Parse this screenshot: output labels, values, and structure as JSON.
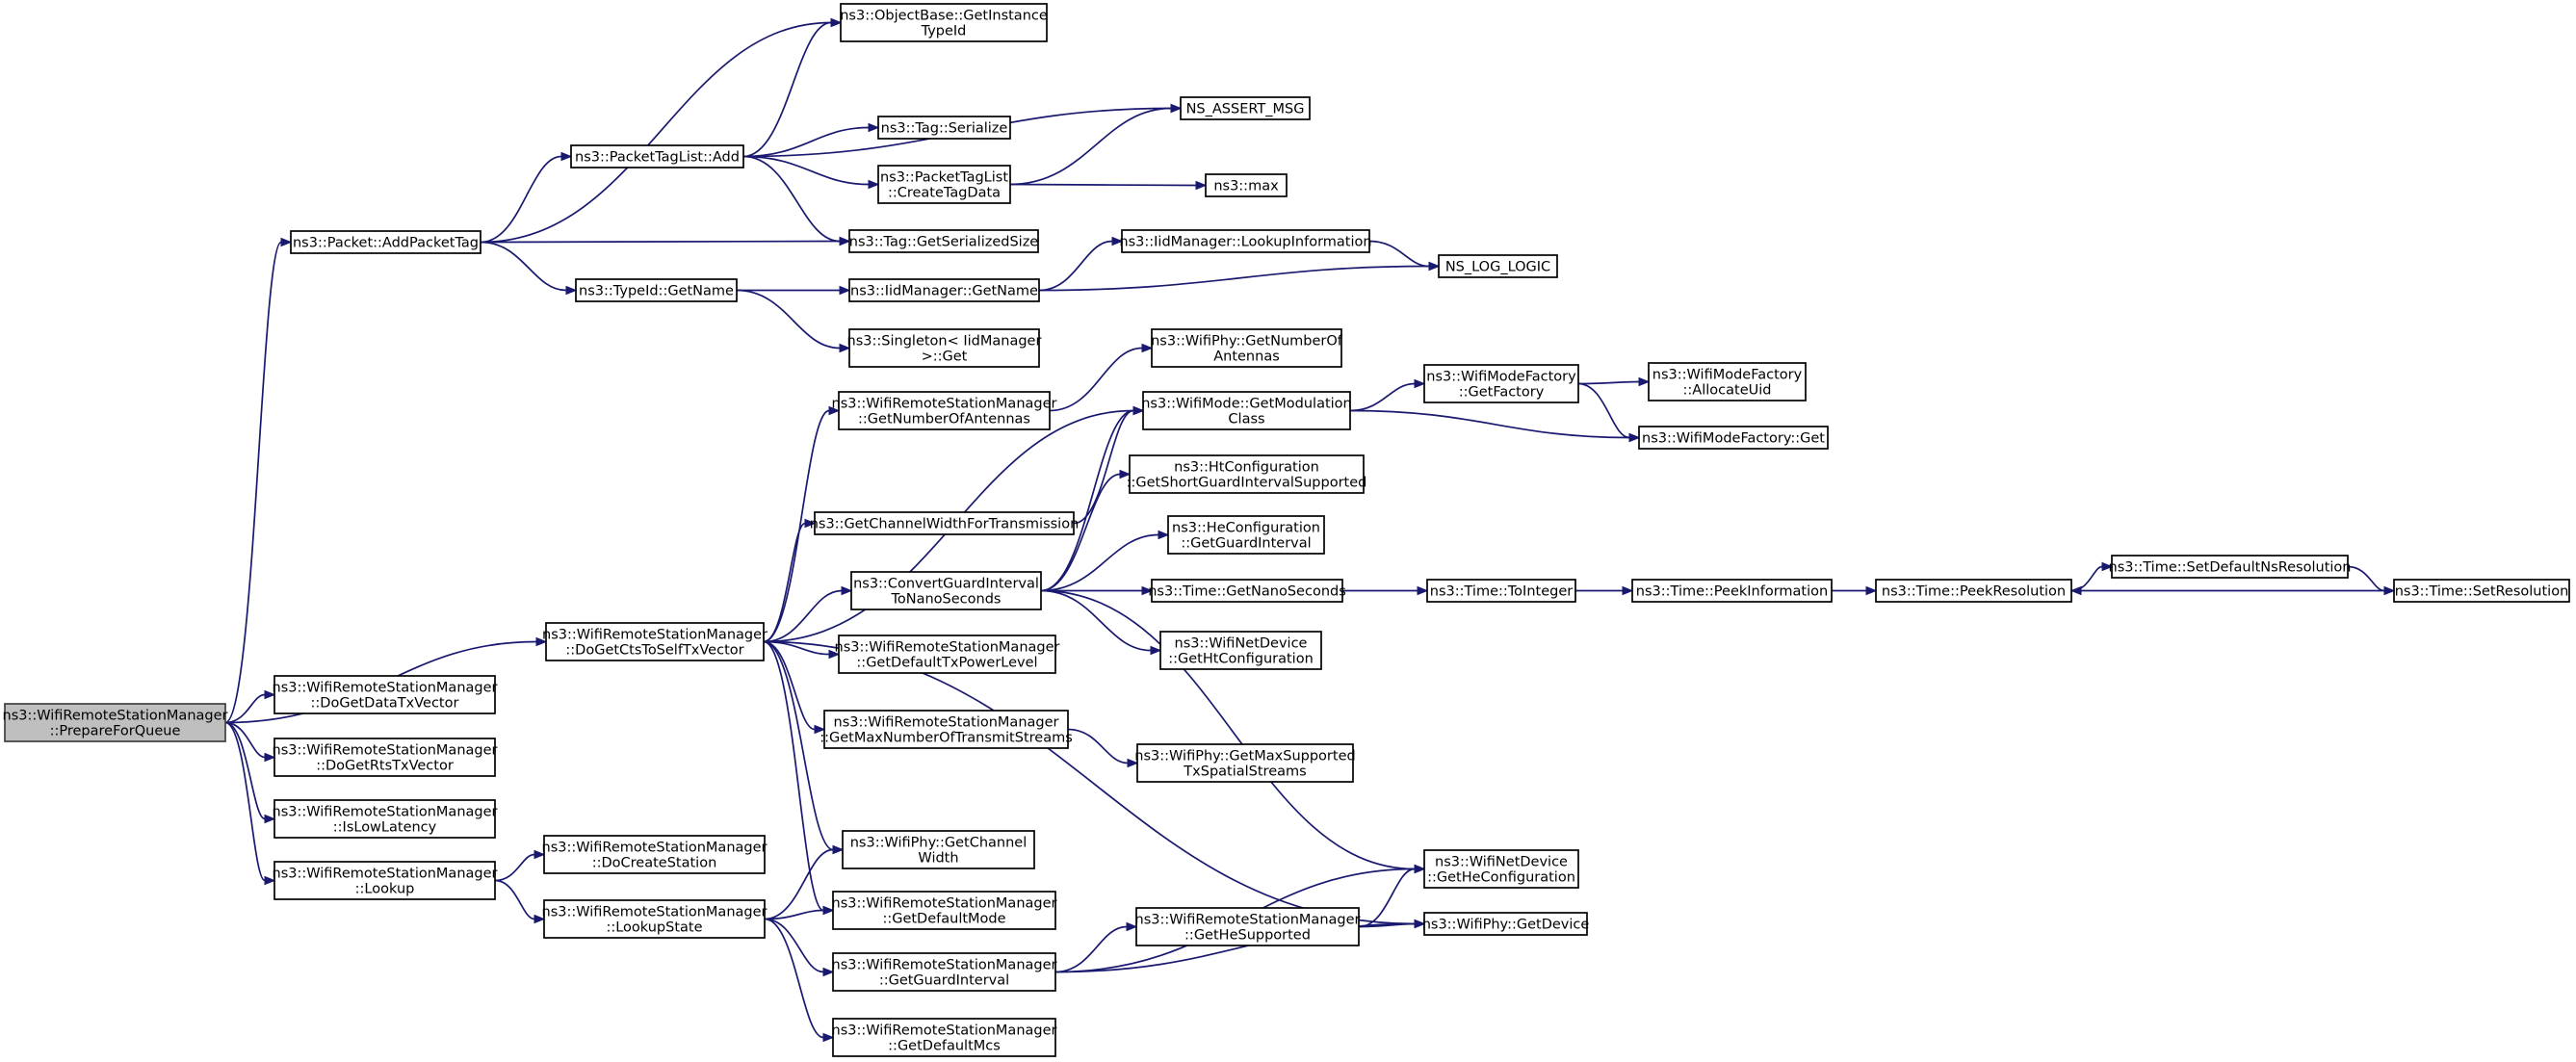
{
  "graph": {
    "nodes": [
      {
        "id": "root",
        "lines": [
          "ns3::WifiRemoteStationManager",
          "::PrepareForQueue"
        ]
      },
      {
        "id": "addPacketTag",
        "lines": [
          "ns3::Packet::AddPacketTag"
        ]
      },
      {
        "id": "getInstanceTypeId",
        "lines": [
          "ns3::ObjectBase::GetInstance",
          "TypeId"
        ]
      },
      {
        "id": "packetTagListAdd",
        "lines": [
          "ns3::PacketTagList::Add"
        ]
      },
      {
        "id": "nsAssertMsg",
        "lines": [
          "NS_ASSERT_MSG"
        ]
      },
      {
        "id": "tagSerialize",
        "lines": [
          "ns3::Tag::Serialize"
        ]
      },
      {
        "id": "createTagData",
        "lines": [
          "ns3::PacketTagList",
          "::CreateTagData"
        ]
      },
      {
        "id": "max",
        "lines": [
          "ns3::max"
        ]
      },
      {
        "id": "tagGetSerializedSize",
        "lines": [
          "ns3::Tag::GetSerializedSize"
        ]
      },
      {
        "id": "lookupInformation",
        "lines": [
          "ns3::IidManager::LookupInformation"
        ]
      },
      {
        "id": "nsLogLogic",
        "lines": [
          "NS_LOG_LOGIC"
        ]
      },
      {
        "id": "typeIdGetName",
        "lines": [
          "ns3::TypeId::GetName"
        ]
      },
      {
        "id": "iidGetName",
        "lines": [
          "ns3::IidManager::GetName"
        ]
      },
      {
        "id": "singletonGet",
        "lines": [
          "ns3::Singleton< IidManager",
          ">::Get"
        ]
      },
      {
        "id": "getNumberOfAntennasPhy",
        "lines": [
          "ns3::WifiPhy::GetNumberOf",
          "Antennas"
        ]
      },
      {
        "id": "getNumberOfAntennas",
        "lines": [
          "ns3::WifiRemoteStationManager",
          "::GetNumberOfAntennas"
        ]
      },
      {
        "id": "getModulationClass",
        "lines": [
          "ns3::WifiMode::GetModulation",
          "Class"
        ]
      },
      {
        "id": "getFactory",
        "lines": [
          "ns3::WifiModeFactory",
          "::GetFactory"
        ]
      },
      {
        "id": "allocateUid",
        "lines": [
          "ns3::WifiModeFactory",
          "::AllocateUid"
        ]
      },
      {
        "id": "wifiModeFactoryGet",
        "lines": [
          "ns3::WifiModeFactory::Get"
        ]
      },
      {
        "id": "shortGi",
        "lines": [
          "ns3::HtConfiguration",
          "::GetShortGuardIntervalSupported"
        ]
      },
      {
        "id": "channelWidthForTx",
        "lines": [
          "ns3::GetChannelWidthForTransmission"
        ]
      },
      {
        "id": "heGetGuardInterval",
        "lines": [
          "ns3::HeConfiguration",
          "::GetGuardInterval"
        ]
      },
      {
        "id": "convertGi",
        "lines": [
          "ns3::ConvertGuardInterval",
          "ToNanoSeconds"
        ]
      },
      {
        "id": "timeGetNanoSeconds",
        "lines": [
          "ns3::Time::GetNanoSeconds"
        ]
      },
      {
        "id": "timeToInteger",
        "lines": [
          "ns3::Time::ToInteger"
        ]
      },
      {
        "id": "peekInformation",
        "lines": [
          "ns3::Time::PeekInformation"
        ]
      },
      {
        "id": "peekResolution",
        "lines": [
          "ns3::Time::PeekResolution"
        ]
      },
      {
        "id": "setDefaultNsResolution",
        "lines": [
          "ns3::Time::SetDefaultNsResolution"
        ]
      },
      {
        "id": "setResolution",
        "lines": [
          "ns3::Time::SetResolution"
        ]
      },
      {
        "id": "doGetCts",
        "lines": [
          "ns3::WifiRemoteStationManager",
          "::DoGetCtsToSelfTxVector"
        ]
      },
      {
        "id": "getHtConfiguration",
        "lines": [
          "ns3::WifiNetDevice",
          "::GetHtConfiguration"
        ]
      },
      {
        "id": "doGetDataTx",
        "lines": [
          "ns3::WifiRemoteStationManager",
          "::DoGetDataTxVector"
        ]
      },
      {
        "id": "getDefaultTxPowerLevel",
        "lines": [
          "ns3::WifiRemoteStationManager",
          "::GetDefaultTxPowerLevel"
        ]
      },
      {
        "id": "doGetRtsTx",
        "lines": [
          "ns3::WifiRemoteStationManager",
          "::DoGetRtsTxVector"
        ]
      },
      {
        "id": "getMaxNss",
        "lines": [
          "ns3::WifiRemoteStationManager",
          "::GetMaxNumberOfTransmitStreams"
        ]
      },
      {
        "id": "getMaxSupportedTxStreams",
        "lines": [
          "ns3::WifiPhy::GetMaxSupported",
          "TxSpatialStreams"
        ]
      },
      {
        "id": "isLowLatency",
        "lines": [
          "ns3::WifiRemoteStationManager",
          "::IsLowLatency"
        ]
      },
      {
        "id": "doCreateStation",
        "lines": [
          "ns3::WifiRemoteStationManager",
          "::DoCreateStation"
        ]
      },
      {
        "id": "phyGetChannelWidth",
        "lines": [
          "ns3::WifiPhy::GetChannel",
          "Width"
        ]
      },
      {
        "id": "lookup",
        "lines": [
          "ns3::WifiRemoteStationManager",
          "::Lookup"
        ]
      },
      {
        "id": "getHeConfiguration",
        "lines": [
          "ns3::WifiNetDevice",
          "::GetHeConfiguration"
        ]
      },
      {
        "id": "getDefaultMode",
        "lines": [
          "ns3::WifiRemoteStationManager",
          "::GetDefaultMode"
        ]
      },
      {
        "id": "lookupState",
        "lines": [
          "ns3::WifiRemoteStationManager",
          "::LookupState"
        ]
      },
      {
        "id": "getHeSupported",
        "lines": [
          "ns3::WifiRemoteStationManager",
          "::GetHeSupported"
        ]
      },
      {
        "id": "phyGetDevice",
        "lines": [
          "ns3::WifiPhy::GetDevice"
        ]
      },
      {
        "id": "getGuardInterval",
        "lines": [
          "ns3::WifiRemoteStationManager",
          "::GetGuardInterval"
        ]
      },
      {
        "id": "getDefaultMcs",
        "lines": [
          "ns3::WifiRemoteStationManager",
          "::GetDefaultMcs"
        ]
      }
    ],
    "edges": [
      [
        "root",
        "addPacketTag"
      ],
      [
        "root",
        "doGetCts"
      ],
      [
        "root",
        "doGetDataTx"
      ],
      [
        "root",
        "doGetRtsTx"
      ],
      [
        "root",
        "isLowLatency"
      ],
      [
        "root",
        "lookup"
      ],
      [
        "addPacketTag",
        "getInstanceTypeId"
      ],
      [
        "addPacketTag",
        "packetTagListAdd"
      ],
      [
        "addPacketTag",
        "tagGetSerializedSize"
      ],
      [
        "addPacketTag",
        "typeIdGetName"
      ],
      [
        "packetTagListAdd",
        "getInstanceTypeId"
      ],
      [
        "packetTagListAdd",
        "nsAssertMsg"
      ],
      [
        "packetTagListAdd",
        "tagSerialize"
      ],
      [
        "packetTagListAdd",
        "createTagData"
      ],
      [
        "packetTagListAdd",
        "tagGetSerializedSize"
      ],
      [
        "createTagData",
        "nsAssertMsg"
      ],
      [
        "createTagData",
        "max"
      ],
      [
        "typeIdGetName",
        "iidGetName"
      ],
      [
        "typeIdGetName",
        "singletonGet"
      ],
      [
        "iidGetName",
        "lookupInformation"
      ],
      [
        "iidGetName",
        "nsLogLogic"
      ],
      [
        "lookupInformation",
        "nsLogLogic"
      ],
      [
        "doGetCts",
        "getNumberOfAntennas"
      ],
      [
        "doGetCts",
        "getModulationClass"
      ],
      [
        "doGetCts",
        "channelWidthForTx"
      ],
      [
        "doGetCts",
        "convertGi"
      ],
      [
        "doGetCts",
        "getDefaultTxPowerLevel"
      ],
      [
        "doGetCts",
        "getMaxNss"
      ],
      [
        "doGetCts",
        "phyGetChannelWidth"
      ],
      [
        "doGetCts",
        "getDefaultMode"
      ],
      [
        "doGetCts",
        "phyGetDevice"
      ],
      [
        "getNumberOfAntennas",
        "getNumberOfAntennasPhy"
      ],
      [
        "channelWidthForTx",
        "getModulationClass"
      ],
      [
        "getModulationClass",
        "getFactory"
      ],
      [
        "getModulationClass",
        "wifiModeFactoryGet"
      ],
      [
        "getFactory",
        "allocateUid"
      ],
      [
        "getFactory",
        "wifiModeFactoryGet"
      ],
      [
        "convertGi",
        "getModulationClass"
      ],
      [
        "convertGi",
        "shortGi"
      ],
      [
        "convertGi",
        "heGetGuardInterval"
      ],
      [
        "convertGi",
        "timeGetNanoSeconds"
      ],
      [
        "convertGi",
        "getHtConfiguration"
      ],
      [
        "convertGi",
        "getHeConfiguration"
      ],
      [
        "timeGetNanoSeconds",
        "timeToInteger"
      ],
      [
        "timeToInteger",
        "peekInformation"
      ],
      [
        "peekInformation",
        "peekResolution"
      ],
      [
        "peekResolution",
        "setDefaultNsResolution"
      ],
      [
        "setDefaultNsResolution",
        "setResolution"
      ],
      [
        "setResolution",
        "peekResolution"
      ],
      [
        "getMaxNss",
        "getMaxSupportedTxStreams"
      ],
      [
        "lookup",
        "doCreateStation"
      ],
      [
        "lookup",
        "lookupState"
      ],
      [
        "lookupState",
        "phyGetChannelWidth"
      ],
      [
        "lookupState",
        "getDefaultMode"
      ],
      [
        "lookupState",
        "getGuardInterval"
      ],
      [
        "lookupState",
        "getDefaultMcs"
      ],
      [
        "getGuardInterval",
        "getHeConfiguration"
      ],
      [
        "getGuardInterval",
        "getHeSupported"
      ],
      [
        "getGuardInterval",
        "phyGetDevice"
      ],
      [
        "getHeSupported",
        "getHeConfiguration"
      ],
      [
        "getHeSupported",
        "phyGetDevice"
      ]
    ]
  }
}
